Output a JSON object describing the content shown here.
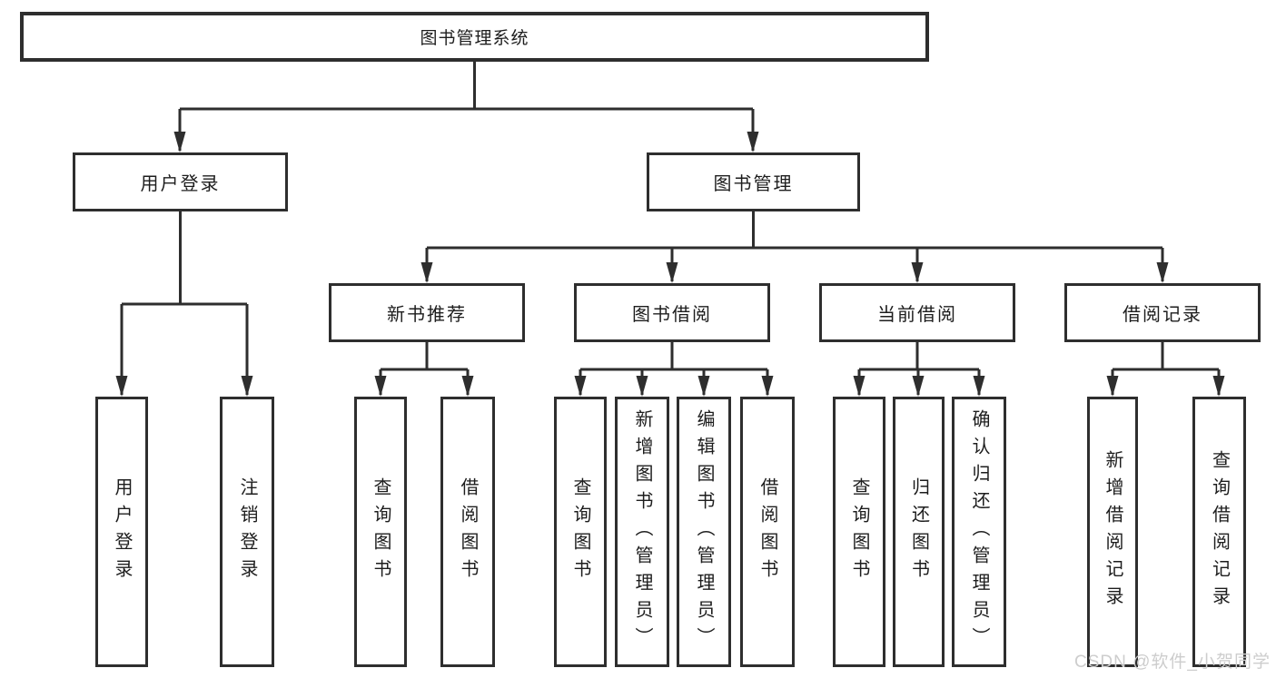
{
  "diagram_type": "functional-structure-tree",
  "colors": {
    "line": "#2e2e2e",
    "box_border": "#2e2e2e",
    "text": "#1d1d1d",
    "background": "#ffffff",
    "watermark": "#cdcdcd"
  },
  "tree": {
    "label": "图书管理系统",
    "children": [
      {
        "label": "用户登录",
        "children": [
          {
            "label": "用户登录"
          },
          {
            "label": "注销登录"
          }
        ]
      },
      {
        "label": "图书管理",
        "children": [
          {
            "label": "新书推荐",
            "children": [
              {
                "label": "查询图书"
              },
              {
                "label": "借阅图书"
              }
            ]
          },
          {
            "label": "图书借阅",
            "children": [
              {
                "label": "查询图书"
              },
              {
                "label": "新增图书（管理员）"
              },
              {
                "label": "编辑图书（管理员）"
              },
              {
                "label": "借阅图书"
              }
            ]
          },
          {
            "label": "当前借阅",
            "children": [
              {
                "label": "查询图书"
              },
              {
                "label": "归还图书"
              },
              {
                "label": "确认归还（管理员）"
              }
            ]
          },
          {
            "label": "借阅记录",
            "children": [
              {
                "label": "新增借阅记录"
              },
              {
                "label": "查询借阅记录"
              }
            ]
          }
        ]
      }
    ]
  },
  "watermark": "CSDN @软件_小贺同学"
}
